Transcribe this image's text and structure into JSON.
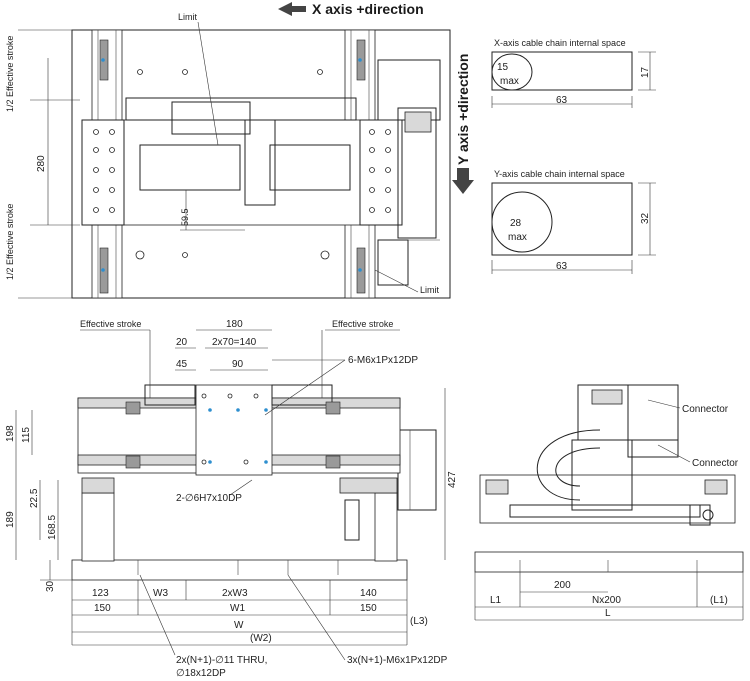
{
  "top_view": {
    "limit_top": "Limit",
    "limit_bottom": "Limit",
    "half_stroke_top": "1/2 Effective stroke",
    "half_stroke_bottom": "1/2 Effective stroke",
    "dim_280": "280",
    "dim_59_5": "59.5",
    "x_axis_label": "X axis +direction",
    "y_axis_label": "Y axis +direction"
  },
  "x_cable": {
    "title": "X-axis cable chain internal space",
    "max_value": "15",
    "max_word": "max",
    "width": "63",
    "height": "17"
  },
  "y_cable": {
    "title": "Y-axis cable chain internal space",
    "max_value": "28",
    "max_word": "max",
    "width": "63",
    "height": "32"
  },
  "front_view": {
    "effective_stroke_left": "Effective stroke",
    "effective_stroke_right": "Effective stroke",
    "dim_180": "180",
    "dim_20": "20",
    "dim_2x70": "2x70=140",
    "dim_45": "45",
    "dim_90": "90",
    "tapped": "6-M6x1Px12DP",
    "dim_198": "198",
    "dim_115": "115",
    "dowel": "2-∅6H7x10DP",
    "dim_427": "427",
    "dim_22_5": "22.5",
    "dim_189": "189",
    "dim_168_5": "168.5",
    "dim_30": "30",
    "dim_123": "123",
    "dim_w3_a": "W3",
    "dim_2xw3": "2xW3",
    "dim_140": "140",
    "dim_150_left": "150",
    "dim_w1": "W1",
    "dim_150_right": "150",
    "dim_w": "W",
    "dim_l3": "(L3)",
    "dim_w2": "(W2)",
    "holes_line1": "2x(N+1)-∅11 THRU,",
    "holes_line2": "∅18x12DP",
    "taps_bottom": "3x(N+1)-M6x1Px12DP"
  },
  "side_view": {
    "connector_1": "Connector",
    "connector_2": "Connector",
    "dim_200": "200",
    "dim_l1_left": "L1",
    "dim_nx200": "Nx200",
    "dim_l1_right": "(L1)",
    "dim_l": "L"
  }
}
